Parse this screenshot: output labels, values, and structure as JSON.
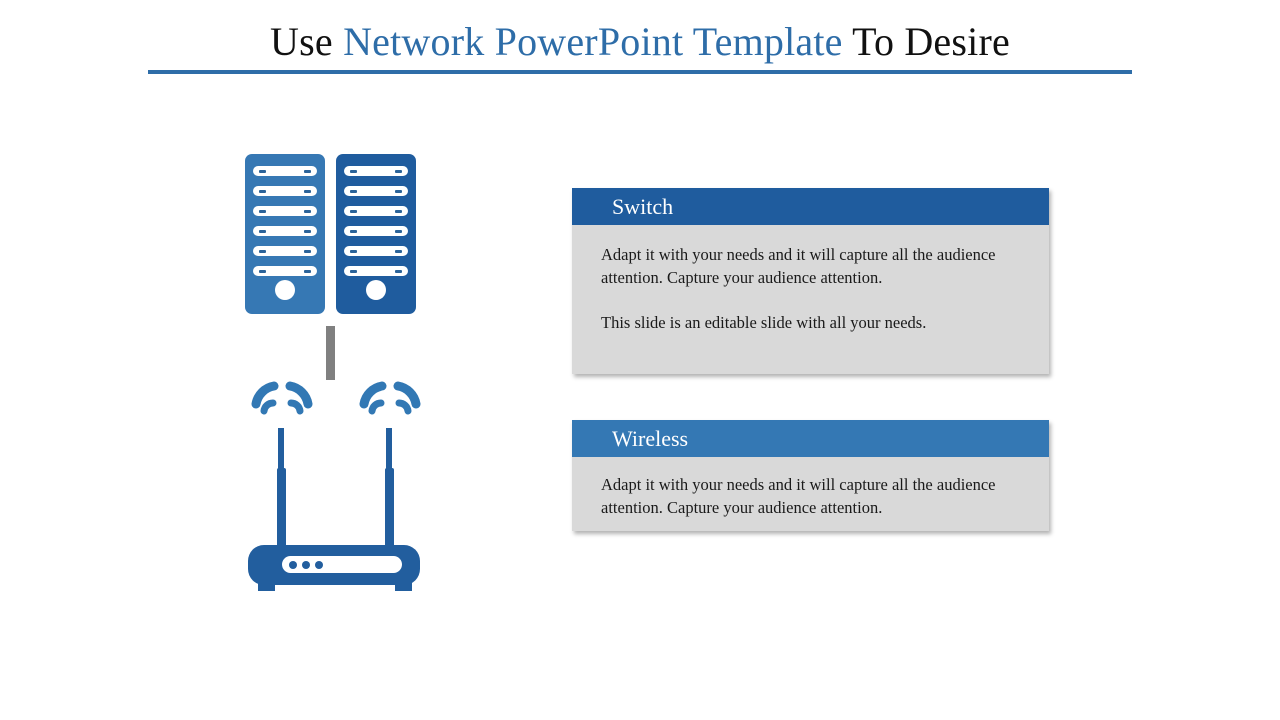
{
  "slide": {
    "title": {
      "segments": [
        {
          "text": "Use ",
          "style": "dark"
        },
        {
          "text": "Network PowerPoint Template",
          "style": "accent"
        },
        {
          "text": " To Desire",
          "style": "dark"
        }
      ],
      "plain": "Use Network PowerPoint Template To Desire",
      "rule_color": "#2E6DA8"
    },
    "colors": {
      "accent_dark": "#1F5C9E",
      "accent_light": "#3478B4",
      "server_left": "#3678B4",
      "server_right": "#1F5C9E",
      "router": "#225E9E",
      "card_body": "#D9D9D9",
      "connector": "#808080",
      "title_text": "#111111"
    },
    "graphic": {
      "servers": [
        {
          "name": "server-left",
          "color": "#3678B4",
          "slot_count": 6
        },
        {
          "name": "server-right",
          "color": "#1F5C9E",
          "slot_count": 6
        }
      ],
      "router": {
        "antenna_count": 2,
        "wifi_arc_pairs": 2,
        "indicator_dots": 3
      }
    },
    "cards": [
      {
        "id": "switch",
        "header": "Switch",
        "header_color": "#1F5C9E",
        "paragraphs": [
          "Adapt it with your needs and it will capture all the audience attention. Capture your audience attention.",
          "This slide is an editable slide with all your needs."
        ]
      },
      {
        "id": "wireless",
        "header": "Wireless",
        "header_color": "#3478B4",
        "paragraphs": [
          "Adapt it with your needs and it will capture all the audience attention. Capture your audience attention."
        ]
      }
    ]
  }
}
